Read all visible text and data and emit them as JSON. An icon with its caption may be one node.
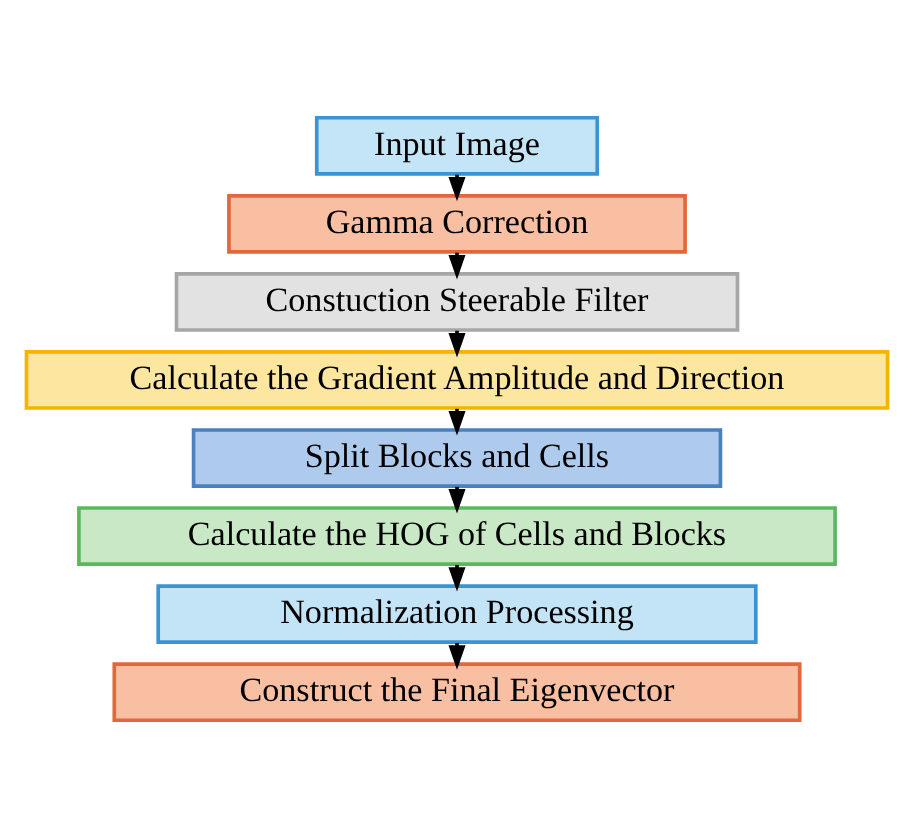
{
  "diagram": {
    "nodes": [
      {
        "text": [
          "Input Image"
        ]
      },
      {
        "text": [
          "Gamma Correction"
        ]
      },
      {
        "text": [
          "Constuction Steerable Filter"
        ]
      },
      {
        "text": [
          "Calculate the Gradient Amplitude and Direction"
        ]
      },
      {
        "text": [
          "Split Blocks and Cells"
        ]
      },
      {
        "text": [
          "Calculate the HOG of Cells and Blocks"
        ]
      },
      {
        "text": [
          "Normalization Processing"
        ]
      },
      {
        "text": [
          "Construct the Final Eigenvector"
        ]
      }
    ],
    "edges": [
      {
        "from": 0,
        "to": 1,
        "arrow": "to"
      },
      {
        "from": 1,
        "to": 2,
        "arrow": "to"
      },
      {
        "from": 2,
        "to": 3,
        "arrow": "to"
      },
      {
        "from": 3,
        "to": 4,
        "arrow": "to"
      },
      {
        "from": 4,
        "to": 5,
        "arrow": "to"
      },
      {
        "from": 5,
        "to": 6,
        "arrow": "to"
      },
      {
        "from": 6,
        "to": 7,
        "arrow": "to"
      }
    ]
  }
}
